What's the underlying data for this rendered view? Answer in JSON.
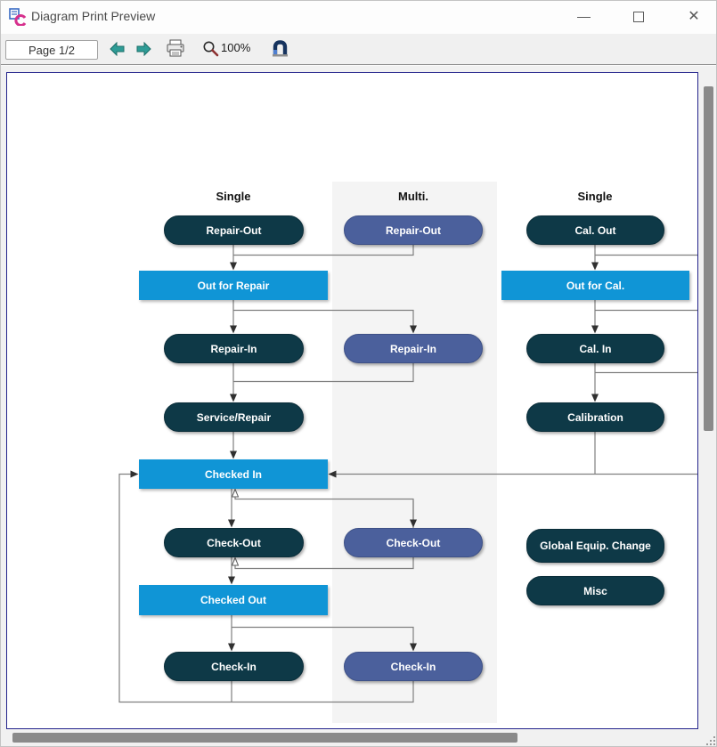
{
  "window": {
    "title": "Diagram Print Preview"
  },
  "toolbar": {
    "page_indicator": "Page 1/2",
    "zoom_level": "100%"
  },
  "icons": {
    "close": "✕"
  },
  "diagram": {
    "columns": [
      {
        "label": "Single"
      },
      {
        "label": "Multi."
      },
      {
        "label": "Single"
      }
    ],
    "nodes": {
      "repair_out_single": "Repair-Out",
      "repair_out_multi": "Repair-Out",
      "cal_out": "Cal. Out",
      "out_for_repair": "Out for Repair",
      "out_for_cal": "Out for Cal.",
      "repair_in_single": "Repair-In",
      "repair_in_multi": "Repair-In",
      "cal_in": "Cal. In",
      "service_repair": "Service/Repair",
      "calibration": "Calibration",
      "checked_in": "Checked In",
      "check_out_single": "Check-Out",
      "check_out_multi": "Check-Out",
      "global_equip_change": "Global Equip. Change",
      "misc": "Misc",
      "checked_out": "Checked Out",
      "check_in_single": "Check-In",
      "check_in_multi": "Check-In"
    }
  },
  "colors": {
    "node_dark": "#0e3947",
    "node_multi": "#4b609c",
    "node_blue_bar": "#1095d6",
    "connector": "#7f7f7f",
    "toolbar_arrow_teal": "#2e9c96",
    "frame_border": "#23238c"
  }
}
